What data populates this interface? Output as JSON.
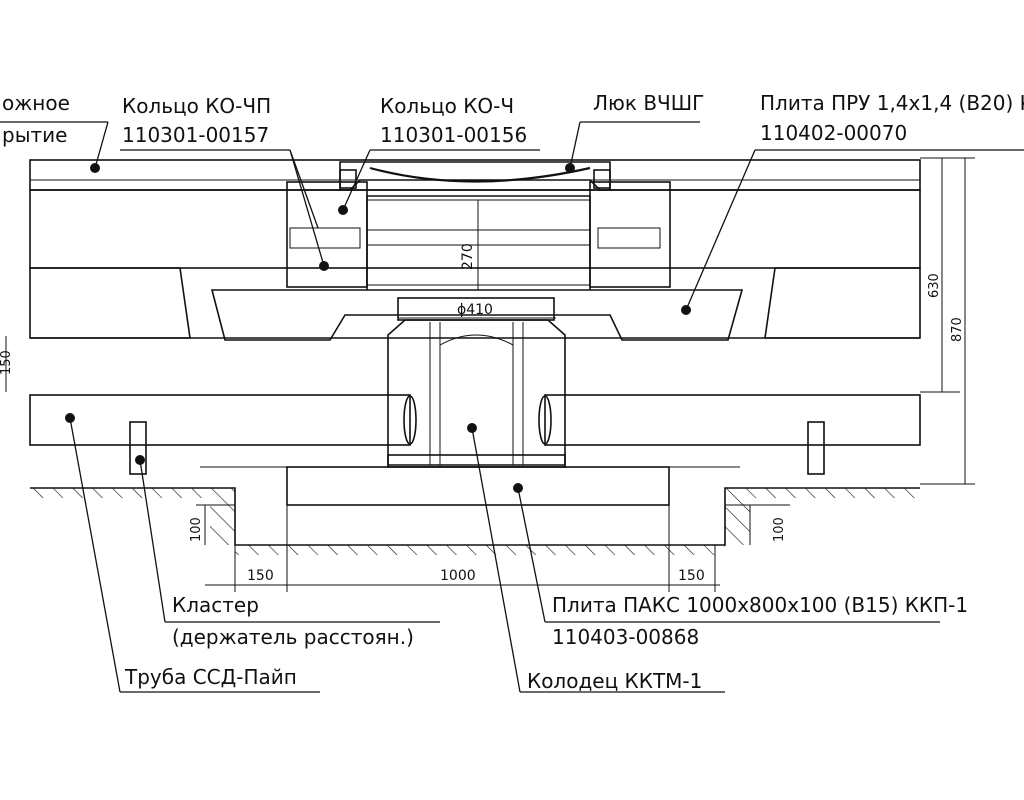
{
  "labels": {
    "road_cover_1": "ожное",
    "road_cover_2": "рытие",
    "ring_kochp": "Кольцо КО-ЧП",
    "ring_kochp_code": "110301-00157",
    "ring_koch": "Кольцо КО-Ч",
    "ring_koch_code": "110301-00156",
    "hatch": "Люк ВЧШГ",
    "plate_pru": "Плита ПРУ 1,4х1,4 (В20) К",
    "plate_pru_code": "110402-00070",
    "cluster_1": "Кластер",
    "cluster_2": "(держатель расстоян.)",
    "pipe": "Труба ССД-Пайп",
    "plate_paks": "Плита ПАКС 1000х800х100 (В15) ККП-1",
    "plate_paks_code": "110403-00868",
    "well": "Колодец ККТМ-1"
  },
  "dimensions": {
    "d_270": "270",
    "d_phi410": "ϕ410",
    "d_630": "630",
    "d_870": "870",
    "d_150_left": "150",
    "d_100_left": "100",
    "d_100_right": "100",
    "d_150_bottom_left": "150",
    "d_1000": "1000",
    "d_150_bottom_right": "150"
  }
}
